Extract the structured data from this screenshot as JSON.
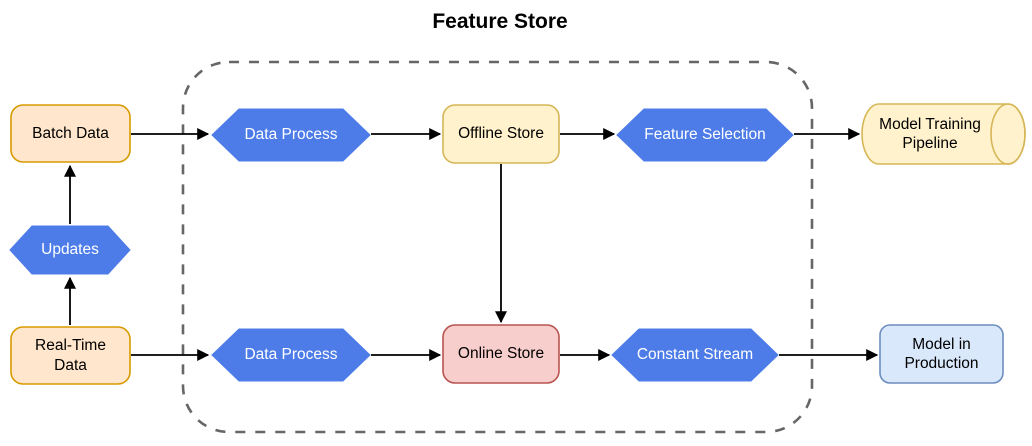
{
  "title": "Feature Store",
  "colors": {
    "orange_fill": "#FFE6CC",
    "orange_stroke": "#D79B00",
    "yellow_fill": "#FFF2CC",
    "yellow_stroke": "#D6B656",
    "red_fill": "#F8CECC",
    "red_stroke": "#B85450",
    "blue_fill": "#DAE8FC",
    "blue_stroke": "#6C8EBF",
    "hex_fill": "#4D7CE8",
    "hex_stroke": "#4D7CE8",
    "hex_text": "#FFFFFF",
    "container_stroke": "#666666",
    "arrow": "#000000",
    "text": "#000000"
  },
  "nodes": {
    "batch_data": {
      "label": "Batch Data",
      "shape": "rounded-rect",
      "color": "orange"
    },
    "updates": {
      "label": "Updates",
      "shape": "hexagon",
      "color": "blue"
    },
    "real_time_data": {
      "label": "Real-Time Data",
      "shape": "rounded-rect",
      "color": "orange"
    },
    "data_process_top": {
      "label": "Data Process",
      "shape": "hexagon",
      "color": "blue"
    },
    "offline_store": {
      "label": "Offline Store",
      "shape": "rounded-rect",
      "color": "yellow"
    },
    "feature_selection": {
      "label": "Feature Selection",
      "shape": "hexagon",
      "color": "blue"
    },
    "model_training_pipeline": {
      "label": "Model Training Pipeline",
      "shape": "cylinder",
      "color": "yellow"
    },
    "data_process_bottom": {
      "label": "Data Process",
      "shape": "hexagon",
      "color": "blue"
    },
    "online_store": {
      "label": "Online Store",
      "shape": "rounded-rect",
      "color": "red"
    },
    "constant_stream": {
      "label": "Constant Stream",
      "shape": "hexagon",
      "color": "blue"
    },
    "model_in_production": {
      "label": "Model in Production",
      "shape": "rounded-rect",
      "color": "lightblue"
    }
  },
  "edges": [
    {
      "from": "batch_data",
      "to": "data_process_top"
    },
    {
      "from": "updates",
      "to": "batch_data"
    },
    {
      "from": "real_time_data",
      "to": "updates"
    },
    {
      "from": "real_time_data",
      "to": "data_process_bottom"
    },
    {
      "from": "data_process_top",
      "to": "offline_store"
    },
    {
      "from": "offline_store",
      "to": "feature_selection"
    },
    {
      "from": "offline_store",
      "to": "online_store"
    },
    {
      "from": "feature_selection",
      "to": "model_training_pipeline"
    },
    {
      "from": "data_process_bottom",
      "to": "online_store"
    },
    {
      "from": "online_store",
      "to": "constant_stream"
    },
    {
      "from": "constant_stream",
      "to": "model_in_production"
    }
  ]
}
